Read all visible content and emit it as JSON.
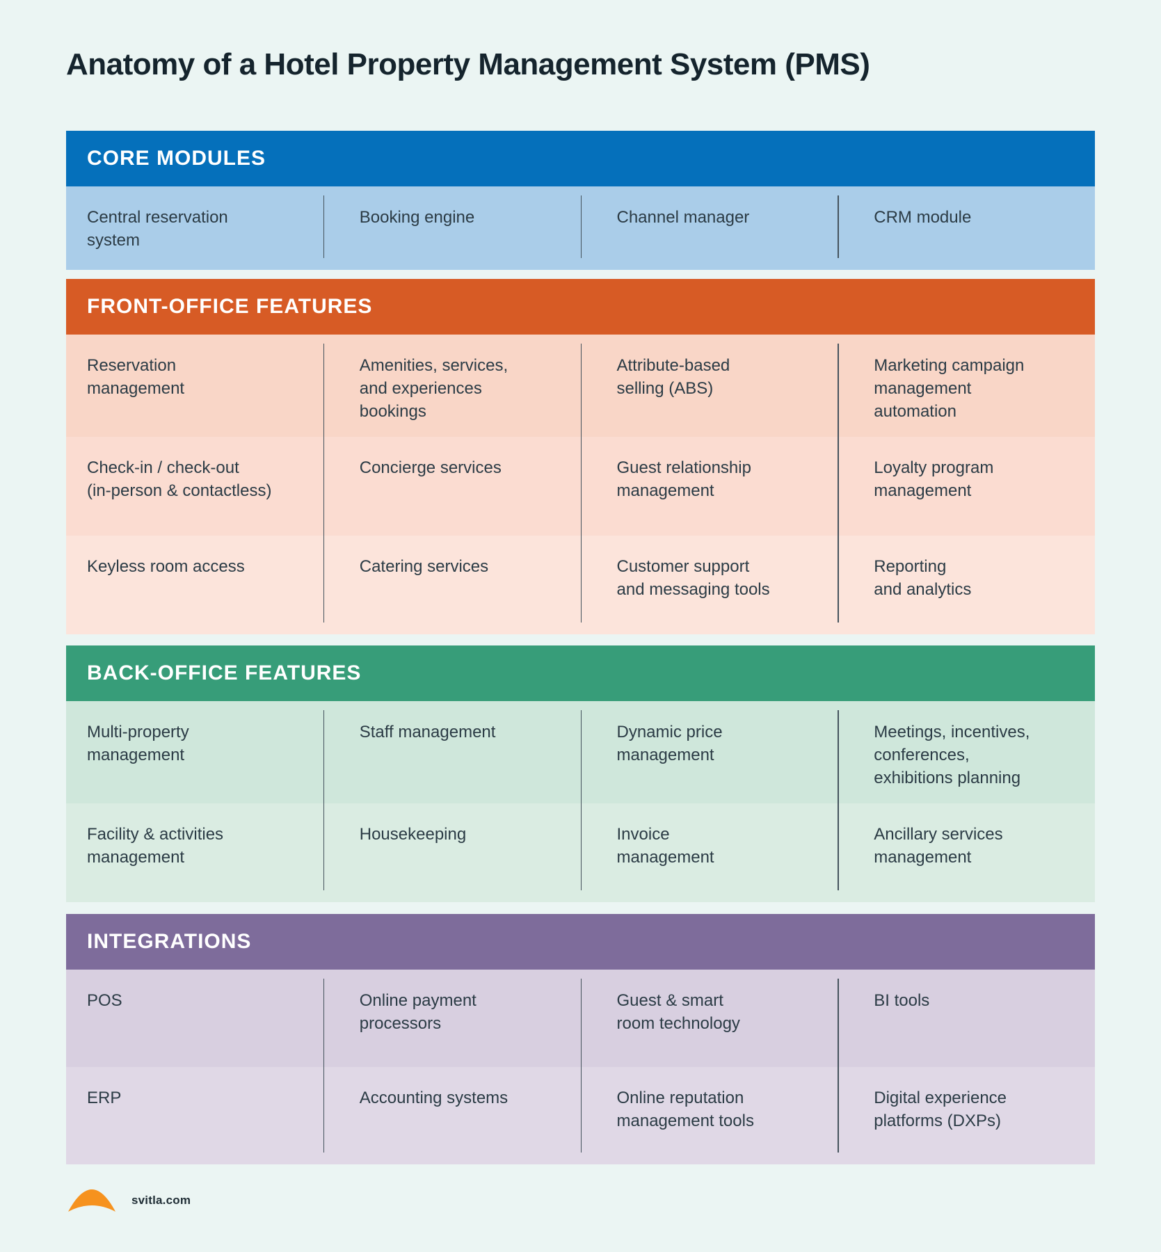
{
  "page": {
    "title": "Anatomy of a Hotel Property Management System (PMS)",
    "background_color": "#ebf5f3",
    "title_color": "#15242d",
    "divider_color": "#45535d",
    "cell_text_color": "#2b3b45"
  },
  "sections": [
    {
      "id": "core-modules",
      "title": "CORE MODULES",
      "header_color": "#0570bb",
      "rows": [
        {
          "bg": "#aacde9",
          "cells": [
            "Central reservation\nsystem",
            "Booking engine",
            "Channel manager",
            "CRM module"
          ]
        }
      ]
    },
    {
      "id": "front-office",
      "title": "FRONT-OFFICE FEATURES",
      "header_color": "#d75b25",
      "rows": [
        {
          "bg": "#f9d6c7",
          "cells": [
            "Reservation\nmanagement",
            "Amenities, services,\nand experiences\nbookings",
            "Attribute-based\nselling (ABS)",
            "Marketing campaign\nmanagement\nautomation"
          ]
        },
        {
          "bg": "#fbdcd1",
          "cells": [
            "Check-in / check-out\n(in-person & contactless)",
            "Concierge services",
            "Guest relationship\nmanagement",
            "Loyalty program\nmanagement"
          ]
        },
        {
          "bg": "#fce4db",
          "cells": [
            "Keyless room access",
            "Catering services",
            "Customer support\nand messaging tools",
            "Reporting\nand analytics"
          ]
        }
      ]
    },
    {
      "id": "back-office",
      "title": "BACK-OFFICE FEATURES",
      "header_color": "#379d79",
      "rows": [
        {
          "bg": "#cfe7db",
          "cells": [
            "Multi-property\nmanagement",
            "Staff management",
            "Dynamic price\nmanagement",
            "Meetings, incentives,\nconferences,\nexhibitions planning"
          ]
        },
        {
          "bg": "#daece2",
          "cells": [
            "Facility & activities\nmanagement",
            "Housekeeping",
            "Invoice\nmanagement",
            "Ancillary services\nmanagement"
          ]
        }
      ]
    },
    {
      "id": "integrations",
      "title": "INTEGRATIONS",
      "header_color": "#7e6c9b",
      "rows": [
        {
          "bg": "#d8cfe0",
          "cells": [
            "POS",
            "Online payment\nprocessors",
            "Guest & smart\nroom technology",
            "BI tools"
          ]
        },
        {
          "bg": "#e0d8e6",
          "cells": [
            "ERP",
            "Accounting systems",
            "Online reputation\nmanagement tools",
            "Digital experience\nplatforms (DXPs)"
          ]
        }
      ]
    }
  ],
  "footer": {
    "logo_icon": "svitla-fan-icon",
    "logo_color": "#f6921e",
    "site": "svitla.com"
  }
}
